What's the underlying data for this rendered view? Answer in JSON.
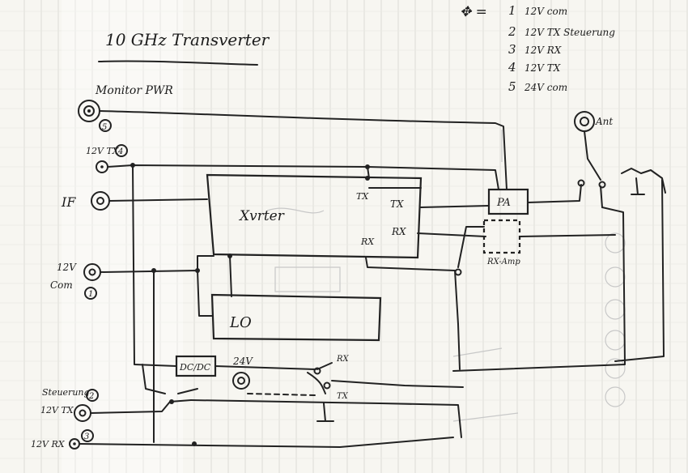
{
  "title": "10 GHz Transverter",
  "legend": [
    {
      "num": "1",
      "label": "12V com"
    },
    {
      "num": "2",
      "label": "12V TX Steuerung"
    },
    {
      "num": "3",
      "label": "12V RX"
    },
    {
      "num": "4",
      "label": "12V TX"
    },
    {
      "num": "5",
      "label": "24V com"
    }
  ],
  "legend_symbol": "✥ =",
  "connectors": {
    "monitor_pwr": "Monitor PWR",
    "monitor_num": "5",
    "twelve_v_tx": "12V TX",
    "twelve_v_tx_num": "4",
    "if": "IF",
    "twelve_v_com_a": "12V",
    "twelve_v_com_b": "Com",
    "twelve_v_com_num": "1",
    "steuerung": "Steuerung",
    "steuerung_num": "2",
    "twelve_v_tx2": "12V TX",
    "twelve_v_rx": "12V RX",
    "twelve_v_rx_num": "3",
    "ant": "Ant"
  },
  "blocks": {
    "xvtr": "Xvrter",
    "xvtr_tx_left": "TX",
    "xvtr_tx": "TX",
    "xvtr_rx_left": "RX",
    "xvtr_rx": "RX",
    "lo": "LO",
    "pa": "PA",
    "rx_amp": "RX-Amp",
    "dcdc": "DC/DC",
    "v24": "24V",
    "relay_rx": "RX",
    "relay_tx": "TX"
  }
}
